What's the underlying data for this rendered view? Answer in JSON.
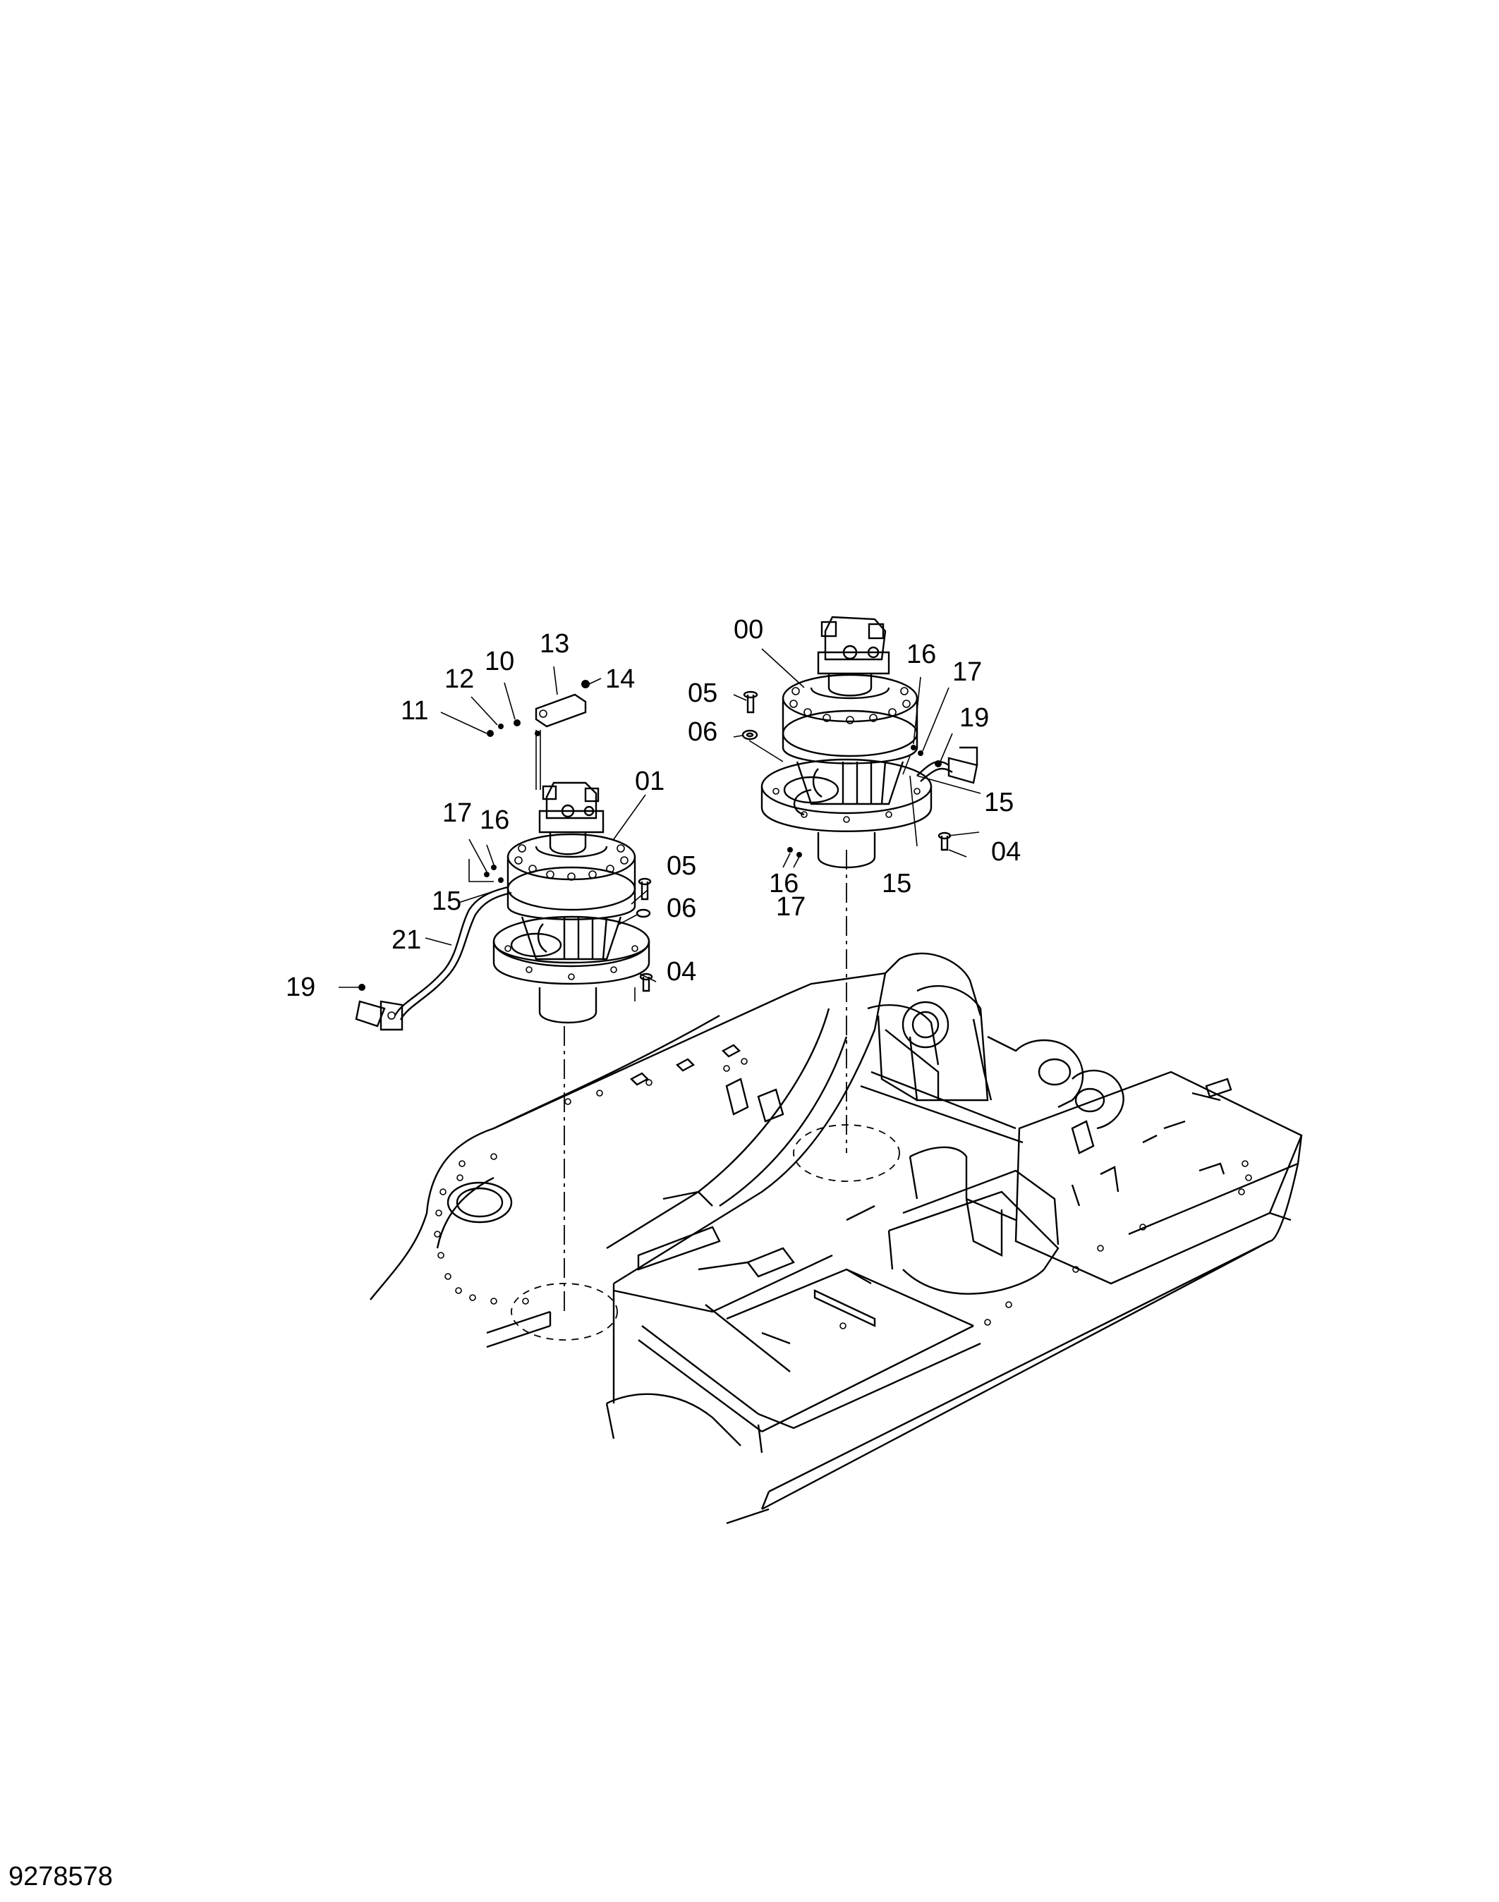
{
  "document_number": "9278578",
  "callouts": [
    {
      "id": "c00",
      "text": "00"
    },
    {
      "id": "c01",
      "text": "01"
    },
    {
      "id": "c04a",
      "text": "04"
    },
    {
      "id": "c04b",
      "text": "04"
    },
    {
      "id": "c05a",
      "text": "05"
    },
    {
      "id": "c05b",
      "text": "05"
    },
    {
      "id": "c06a",
      "text": "06"
    },
    {
      "id": "c06b",
      "text": "06"
    },
    {
      "id": "c10",
      "text": "10"
    },
    {
      "id": "c11",
      "text": "11"
    },
    {
      "id": "c12",
      "text": "12"
    },
    {
      "id": "c13",
      "text": "13"
    },
    {
      "id": "c14",
      "text": "14"
    },
    {
      "id": "c15a",
      "text": "15"
    },
    {
      "id": "c15b",
      "text": "15"
    },
    {
      "id": "c15c",
      "text": "15"
    },
    {
      "id": "c16a",
      "text": "16"
    },
    {
      "id": "c16b",
      "text": "16"
    },
    {
      "id": "c16c",
      "text": "16"
    },
    {
      "id": "c17a",
      "text": "17"
    },
    {
      "id": "c17b",
      "text": "17"
    },
    {
      "id": "c17c",
      "text": "17"
    },
    {
      "id": "c19a",
      "text": "19"
    },
    {
      "id": "c19b",
      "text": "19"
    },
    {
      "id": "c21",
      "text": "21"
    }
  ]
}
